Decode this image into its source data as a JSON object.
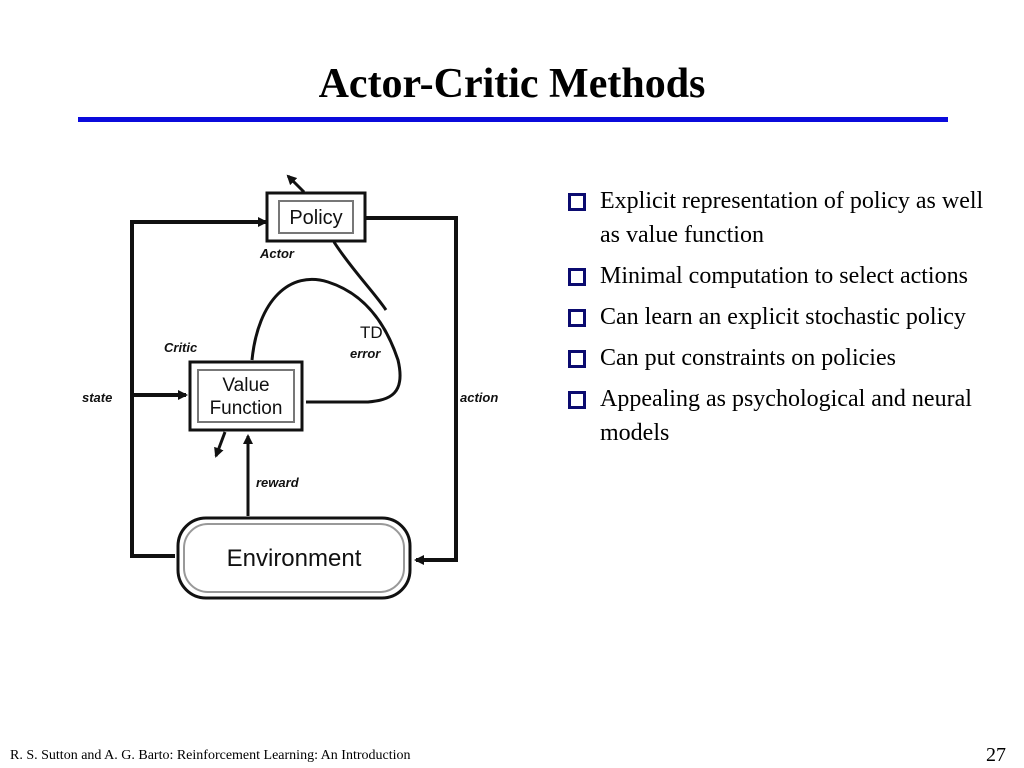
{
  "slide": {
    "title": "Actor-Critic Methods",
    "accent_color": "#0b0bdc",
    "bullet_color": "#0b0b70",
    "footer_left": "R. S. Sutton and A. G. Barto: Reinforcement Learning: An Introduction",
    "page_number": "27"
  },
  "bullets": [
    {
      "text": "Explicit representation of policy as well as value function"
    },
    {
      "text": "Minimal computation to select actions"
    },
    {
      "text": "Can learn an explicit stochastic policy"
    },
    {
      "text": "Can put constraints on policies"
    },
    {
      "text": "Appealing as psychological and neural models"
    }
  ],
  "diagram": {
    "policy_box": "Policy",
    "actor_label": "Actor",
    "critic_label": "Critic",
    "value_box_line1": "Value",
    "value_box_line2": "Function",
    "td_line1": "TD",
    "td_line2": "error",
    "state_label": "state",
    "action_label": "action",
    "reward_label": "reward",
    "environment_box": "Environment"
  }
}
